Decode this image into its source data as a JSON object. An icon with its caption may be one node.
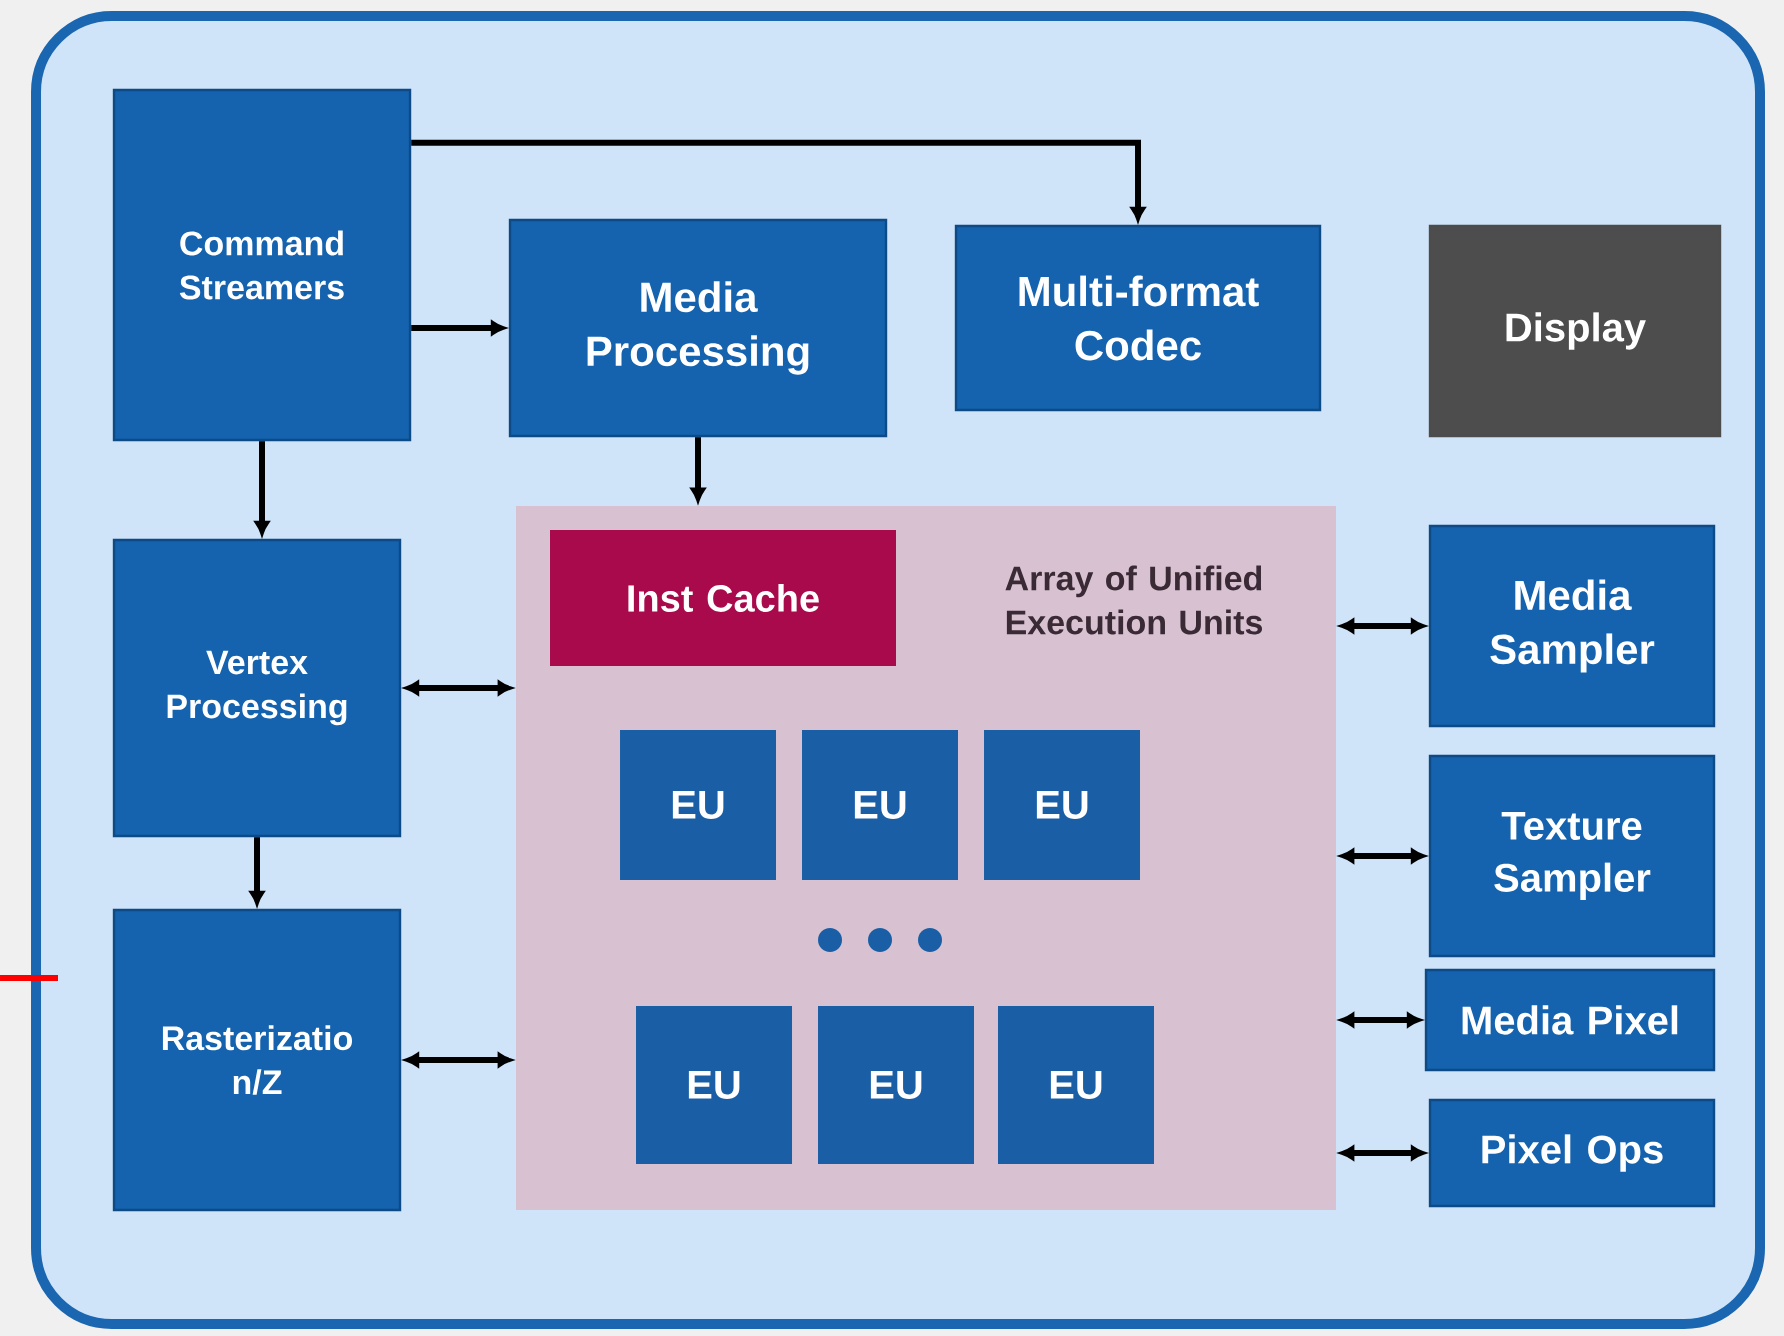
{
  "diagram": {
    "nodes": [
      {
        "text": [],
        "shape": "box"
      },
      {
        "text": [
          "Command Streamers"
        ],
        "in": 0
      },
      {
        "text": [
          "Media Processing"
        ],
        "in": 0
      },
      {
        "text": [
          "Multi-format Codec"
        ],
        "in": 0
      },
      {
        "text": [
          "Display"
        ],
        "in": 0
      },
      {
        "text": [
          "Array of Unified Execution Units"
        ],
        "in": 0
      },
      {
        "text": [
          "Inst Cache"
        ],
        "in": 5
      },
      {
        "text": [
          "Vertex Processing"
        ],
        "in": 0
      },
      {
        "text": [
          "Rasterizatio n/Z"
        ],
        "in": 0
      },
      {
        "text": [
          "Media Sampler"
        ],
        "in": 0
      },
      {
        "text": [
          "Texture Sampler"
        ],
        "in": 0
      },
      {
        "text": [
          "Media Pixel"
        ],
        "in": 0
      },
      {
        "text": [
          "Pixel Ops"
        ],
        "in": 0
      },
      {
        "text": [
          "EU"
        ],
        "in": 5
      },
      {
        "text": [
          "EU"
        ],
        "in": 5
      },
      {
        "text": [
          "EU"
        ],
        "in": 5
      },
      {
        "text": [
          "EU"
        ],
        "in": 5
      },
      {
        "text": [
          "EU"
        ],
        "in": 5
      },
      {
        "text": [
          "EU"
        ],
        "in": 5
      }
    ],
    "edges": [
      {
        "from": 1,
        "to": 3,
        "arrow": "to"
      },
      {
        "from": 1,
        "to": 2,
        "arrow": "to"
      },
      {
        "from": 1,
        "to": 7,
        "arrow": "to"
      },
      {
        "from": 2,
        "to": 5,
        "arrow": "to"
      },
      {
        "from": 7,
        "to": 5,
        "arrow": "both"
      },
      {
        "from": 7,
        "to": 8,
        "arrow": "to"
      },
      {
        "from": 8,
        "to": 5,
        "arrow": "both"
      },
      {
        "from": 5,
        "to": 9,
        "arrow": "both"
      },
      {
        "from": 5,
        "to": 10,
        "arrow": "both"
      },
      {
        "from": 5,
        "to": 11,
        "arrow": "both"
      },
      {
        "from": 5,
        "to": 12,
        "arrow": "both"
      }
    ]
  }
}
